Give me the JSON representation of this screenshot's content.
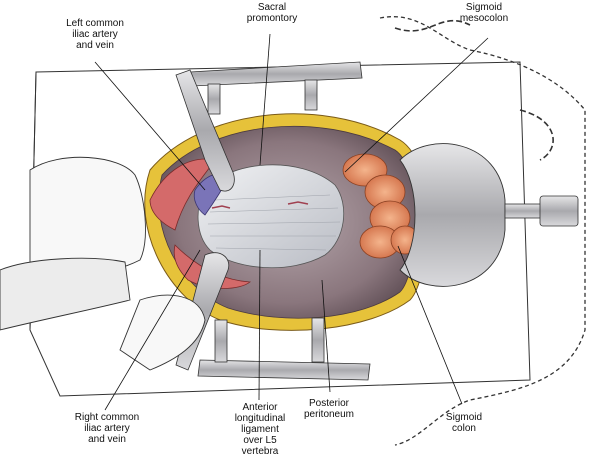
{
  "labels": {
    "left_common_iliac": [
      "Left common",
      "iliac artery",
      "and vein"
    ],
    "sacral_promontory": [
      "Sacral",
      "promontory"
    ],
    "sigmoid_mesocolon": [
      "Sigmoid",
      "mesocolon"
    ],
    "right_common_iliac": [
      "Right common",
      "iliac artery",
      "and vein"
    ],
    "anterior_longitudinal": [
      "Anterior",
      "longitudinal",
      "ligament",
      "over L5",
      "vertebra"
    ],
    "posterior_peritoneum": [
      "Posterior",
      "peritoneum"
    ],
    "sigmoid_colon": [
      "Sigmoid",
      "colon"
    ]
  },
  "colors": {
    "fat": "#e6c23a",
    "tissue_dark": "#7d6a72",
    "tissue_mid": "#a8969c",
    "colon": "#e28c63",
    "vessel": "#d46a6a",
    "vein": "#7a74b8",
    "ligament": "#cfd2d8",
    "retractor": "#b9b9bb"
  }
}
